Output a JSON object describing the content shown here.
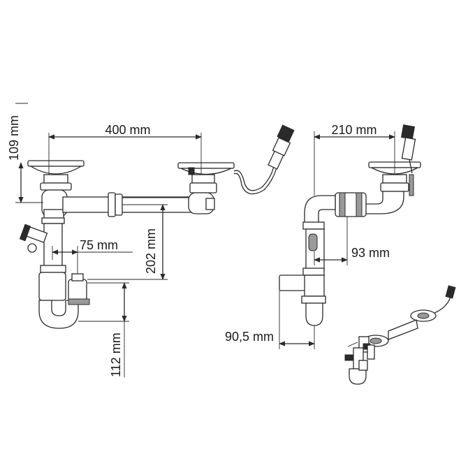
{
  "dimensions": {
    "d109": "109 mm",
    "d400": "400 mm",
    "d75": "75 mm",
    "d202": "202 mm",
    "d112": "112 mm",
    "d210": "210 mm",
    "d93": "93 mm",
    "d90_5": "90,5 mm"
  },
  "colors": {
    "line": "#2a2a2a",
    "background": "#ffffff"
  }
}
